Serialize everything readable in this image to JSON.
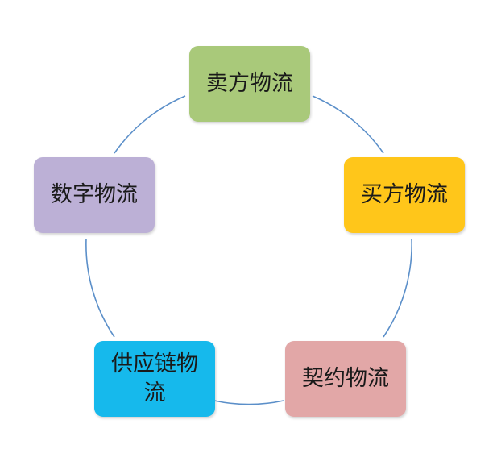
{
  "colors": {
    "ring": "#5b8fc9"
  },
  "nodes": [
    {
      "label": "卖方物流",
      "color": "#a9c97a"
    },
    {
      "label": "买方物流",
      "color": "#ffc61a"
    },
    {
      "label": "契约物流",
      "color": "#e2a7a7"
    },
    {
      "label": "供应链物流",
      "color": "#16b9ec"
    },
    {
      "label": "数字物流",
      "color": "#bcb0d6"
    }
  ]
}
